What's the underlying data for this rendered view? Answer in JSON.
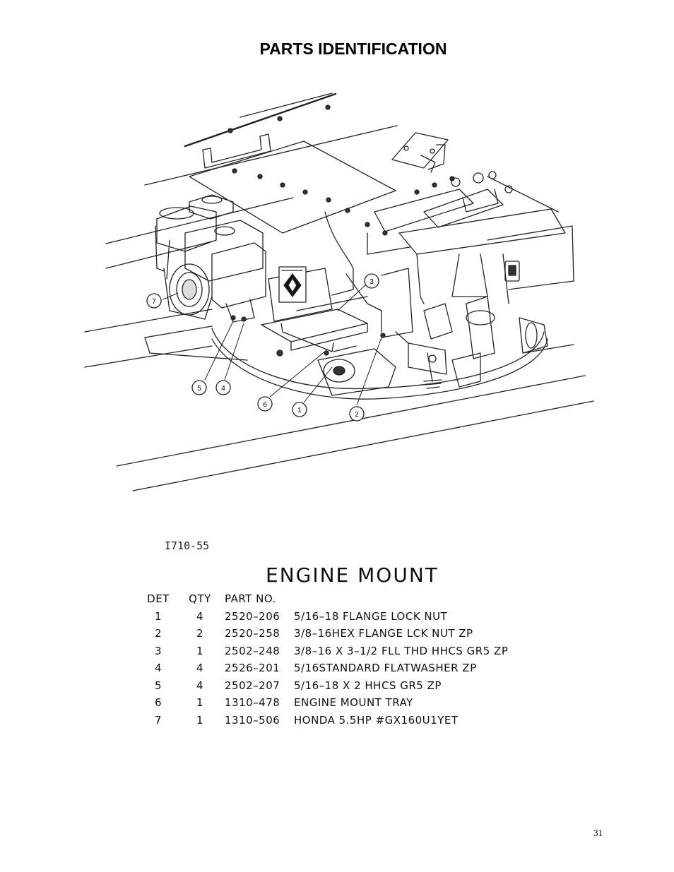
{
  "page": {
    "title": "PARTS IDENTIFICATION",
    "page_number": "31"
  },
  "diagram": {
    "drawing_number": "I710-55",
    "callouts": [
      "1",
      "2",
      "3",
      "4",
      "5",
      "6",
      "7"
    ],
    "decal_icon": "warning-decal-icon",
    "engine_icon": "engine-icon"
  },
  "parts_table": {
    "title": "ENGINE MOUNT",
    "headers": {
      "det": "DET",
      "qty": "QTY",
      "part": "PART NO."
    },
    "rows": [
      {
        "det": "1",
        "qty": "4",
        "part": "2520–206",
        "desc": "5/16–18 FLANGE LOCK NUT"
      },
      {
        "det": "2",
        "qty": "2",
        "part": "2520–258",
        "desc": "3/8–16HEX FLANGE LCK NUT ZP"
      },
      {
        "det": "3",
        "qty": "1",
        "part": "2502–248",
        "desc": "3/8–16 X 3–1/2 FLL THD HHCS GR5 ZP"
      },
      {
        "det": "4",
        "qty": "4",
        "part": "2526–201",
        "desc": "5/16STANDARD FLATWASHER ZP"
      },
      {
        "det": "5",
        "qty": "4",
        "part": "2502–207",
        "desc": "5/16–18 X 2 HHCS GR5 ZP"
      },
      {
        "det": "6",
        "qty": "1",
        "part": "1310–478",
        "desc": "ENGINE MOUNT TRAY"
      },
      {
        "det": "7",
        "qty": "1",
        "part": "1310–506",
        "desc": "HONDA 5.5HP #GX160U1YET"
      }
    ]
  }
}
